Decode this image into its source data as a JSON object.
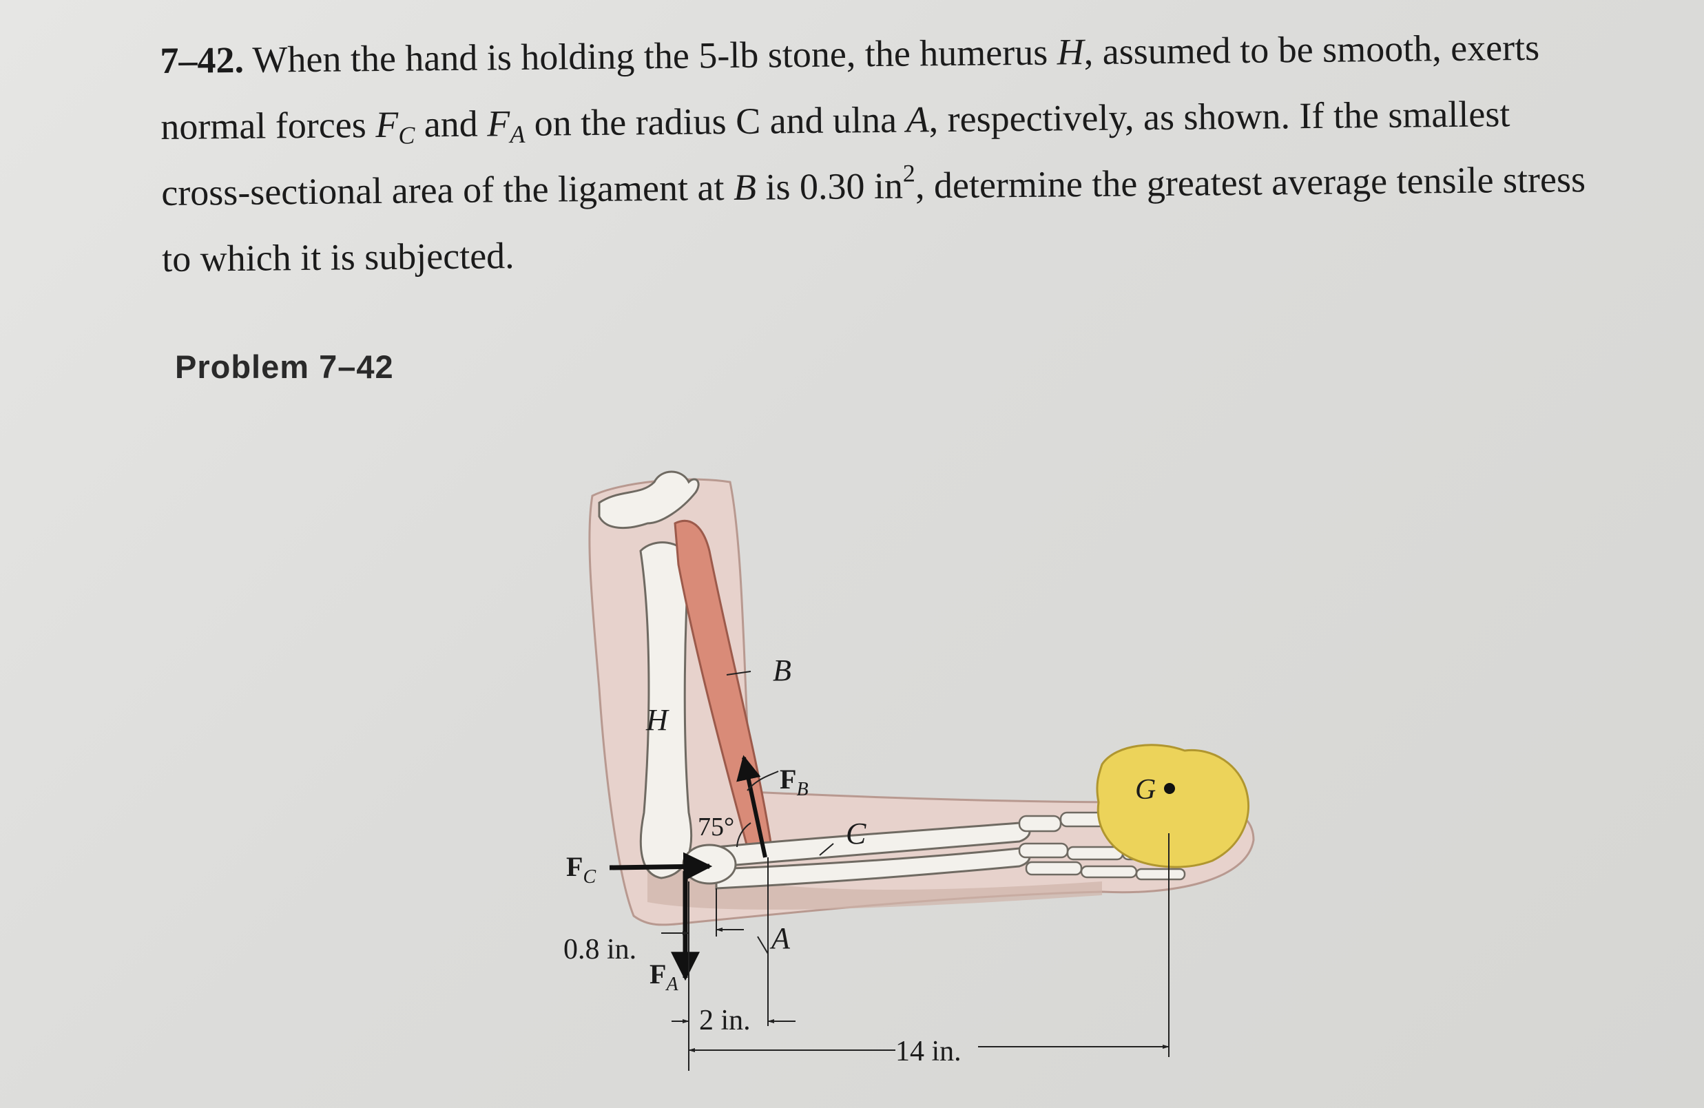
{
  "problem": {
    "number": "7–42.",
    "line1": "When the hand is holding the 5-lb stone, the humerus ",
    "H": "H",
    "line1b": ", assumed to be smooth, exerts",
    "line2a": "normal forces ",
    "F": "F",
    "sub_C": "C",
    "line2b": " and ",
    "sub_A": "A",
    "line2c": " on the radius C and ulna ",
    "A": "A",
    "line2d": ", respectively, as shown. If the smallest",
    "line3a": "cross-sectional area of the ligament at ",
    "B": "B",
    "line3b": " is 0.30 in",
    "sup_2": "2",
    "line3c": ", determine the greatest average tensile stress",
    "line4": "to which it is subjected."
  },
  "label": "Problem 7–42",
  "figure": {
    "label_B": "B",
    "label_H": "H",
    "label_FB_main": "F",
    "label_FB_sub": "B",
    "label_angle": "75°",
    "label_C": "C",
    "label_G": "G",
    "label_FC_main": "F",
    "label_FC_sub": "C",
    "label_A": "A",
    "label_FA_main": "F",
    "label_FA_sub": "A",
    "dim_08": "0.8 in.",
    "dim_2": "2 in.",
    "dim_14": "14 in."
  },
  "colors": {
    "skin": "#e7d2cc",
    "skin_shadow": "#cfb3aa",
    "bone": "#f3f1ec",
    "muscle": "#d98b78",
    "stone": "#ecd35a"
  }
}
